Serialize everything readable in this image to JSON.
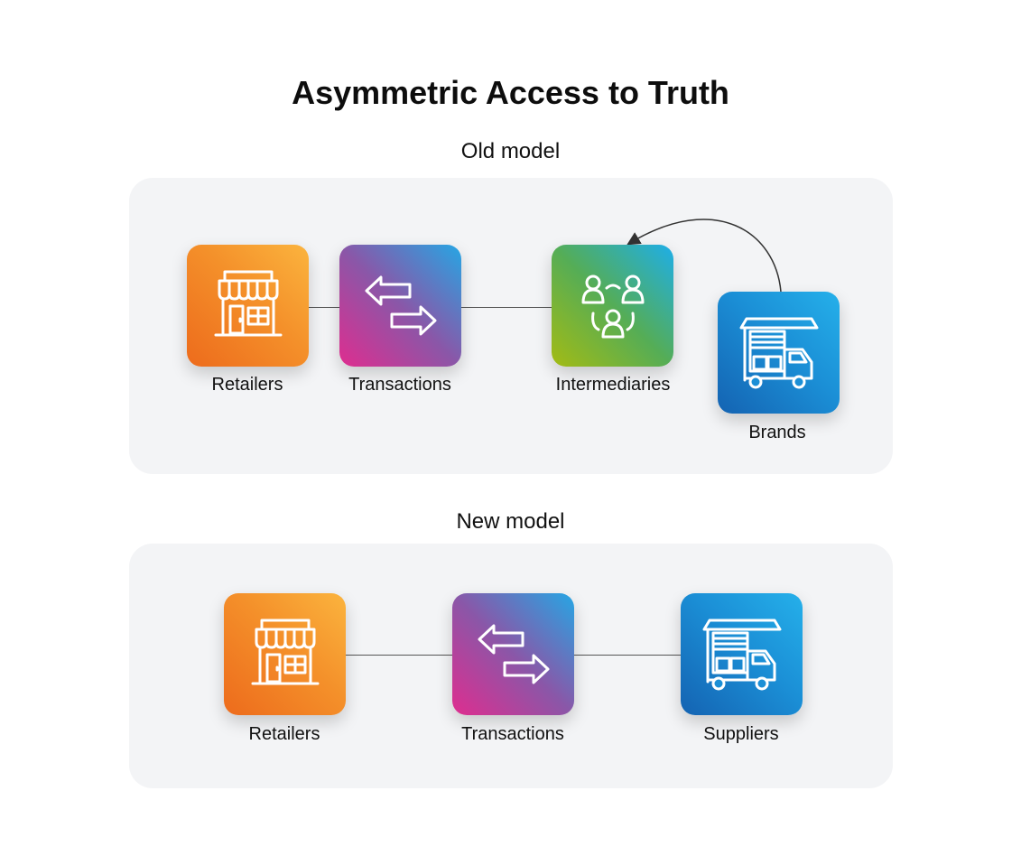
{
  "title": "Asymmetric Access to Truth",
  "old_model": {
    "heading": "Old model",
    "nodes": [
      {
        "label": "Retailers",
        "icon": "storefront-icon"
      },
      {
        "label": "Transactions",
        "icon": "exchange-arrows-icon"
      },
      {
        "label": "Intermediaries",
        "icon": "people-group-icon"
      },
      {
        "label": "Brands",
        "icon": "delivery-truck-icon"
      }
    ]
  },
  "new_model": {
    "heading": "New model",
    "nodes": [
      {
        "label": "Retailers",
        "icon": "storefront-icon"
      },
      {
        "label": "Transactions",
        "icon": "exchange-arrows-icon"
      },
      {
        "label": "Suppliers",
        "icon": "delivery-truck-icon"
      }
    ]
  },
  "colors": {
    "retailers": "#f08a28",
    "transactions": "#9b4fa6",
    "intermediaries": "#6cb33e",
    "brands": "#1a8bd4",
    "panel": "#f3f4f6"
  }
}
